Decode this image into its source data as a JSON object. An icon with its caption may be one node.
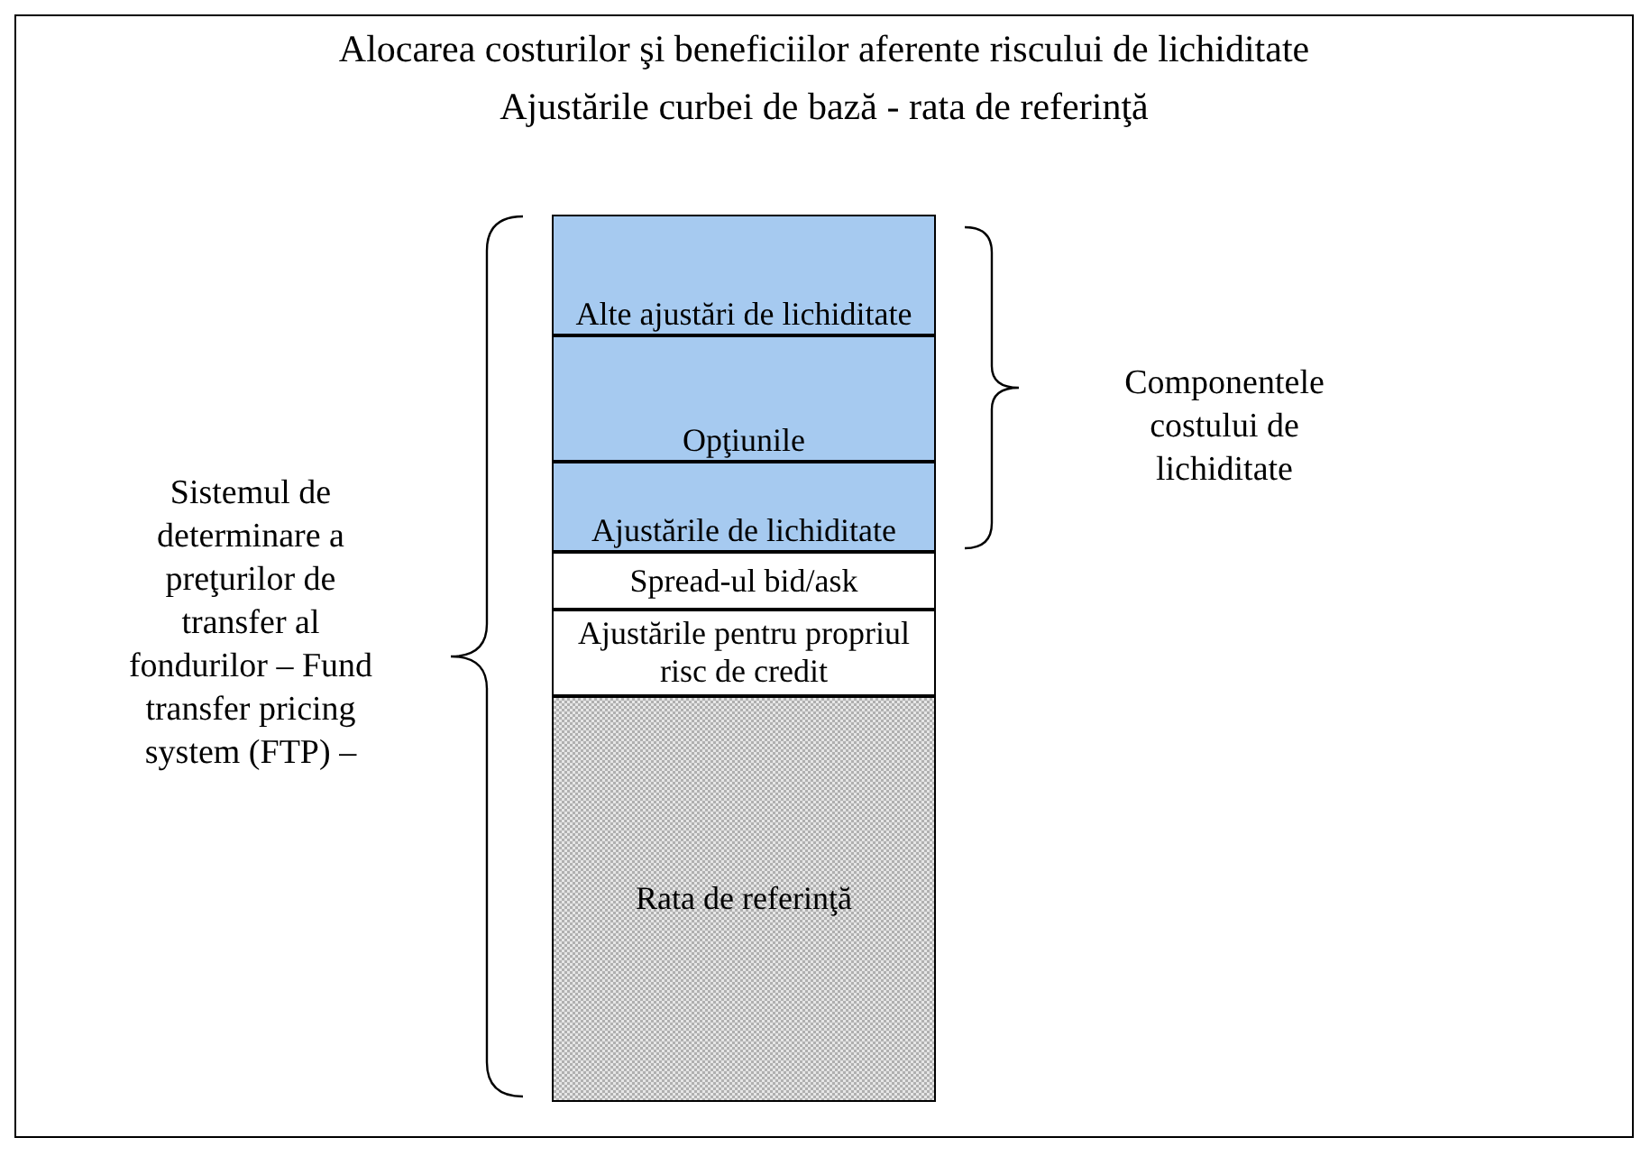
{
  "diagram": {
    "title": "Alocarea costurilor şi beneficiilor aferente riscului de lichiditate",
    "nodes": [
      {
        "text": [
          "Alte ajustări de lichiditate"
        ]
      },
      {
        "text": [
          "Opţiunile"
        ]
      },
      {
        "text": [
          "Ajustările de lichiditate"
        ]
      },
      {
        "text": [
          "Spread-ul bid/ask"
        ]
      },
      {
        "text": [
          "Ajustările pentru propriul risc de credit"
        ]
      },
      {
        "text": [
          "Rata de referinţă"
        ]
      }
    ],
    "edges": [],
    "labels": [
      "Ajustările curbei de bază - rata de referinţă",
      "Sistemul de determinare a preţurilor de transfer al fondurilor – Fund transfer pricing system (FTP) –",
      "Componentele costului de lichiditate"
    ]
  }
}
